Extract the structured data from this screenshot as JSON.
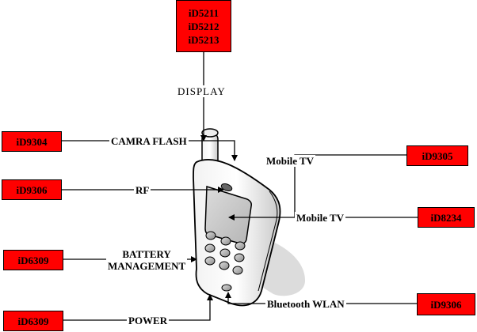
{
  "boxes": {
    "display": [
      "iD5211",
      "iD5212",
      "iD5213"
    ],
    "camera_flash": "iD9304",
    "rf": "iD9306",
    "battery": "iD6309",
    "power": "iD6309",
    "mobile_tv_top": "iD9305",
    "mobile_tv": "iD8234",
    "bluetooth": "iD9306"
  },
  "labels": {
    "display": "DISPLAY",
    "camera_flash": "CAMRA FLASH",
    "rf": "RF",
    "battery_line1": "BATTERY",
    "battery_line2": "MANAGEMENT",
    "power": "POWER",
    "mobile_tv_top": "Mobile TV",
    "mobile_tv": "Mobile TV",
    "bluetooth": "Bluetooth WLAN"
  },
  "colors": {
    "box_fill": "#ff0000",
    "line": "#000000"
  }
}
